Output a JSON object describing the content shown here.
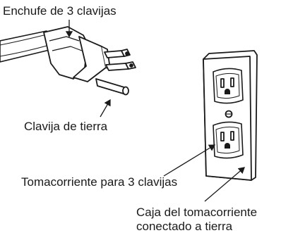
{
  "labels": {
    "plug": "Enchufe de 3 clavijas",
    "ground_pin": "Clavija de tierra",
    "outlet": "Tomacorriente para 3 clavijas",
    "box_line1": "Caja del tomacorriente",
    "box_line2": "conectado a tierra"
  },
  "colors": {
    "stroke": "#1a1a1a",
    "fill": "#ffffff"
  }
}
